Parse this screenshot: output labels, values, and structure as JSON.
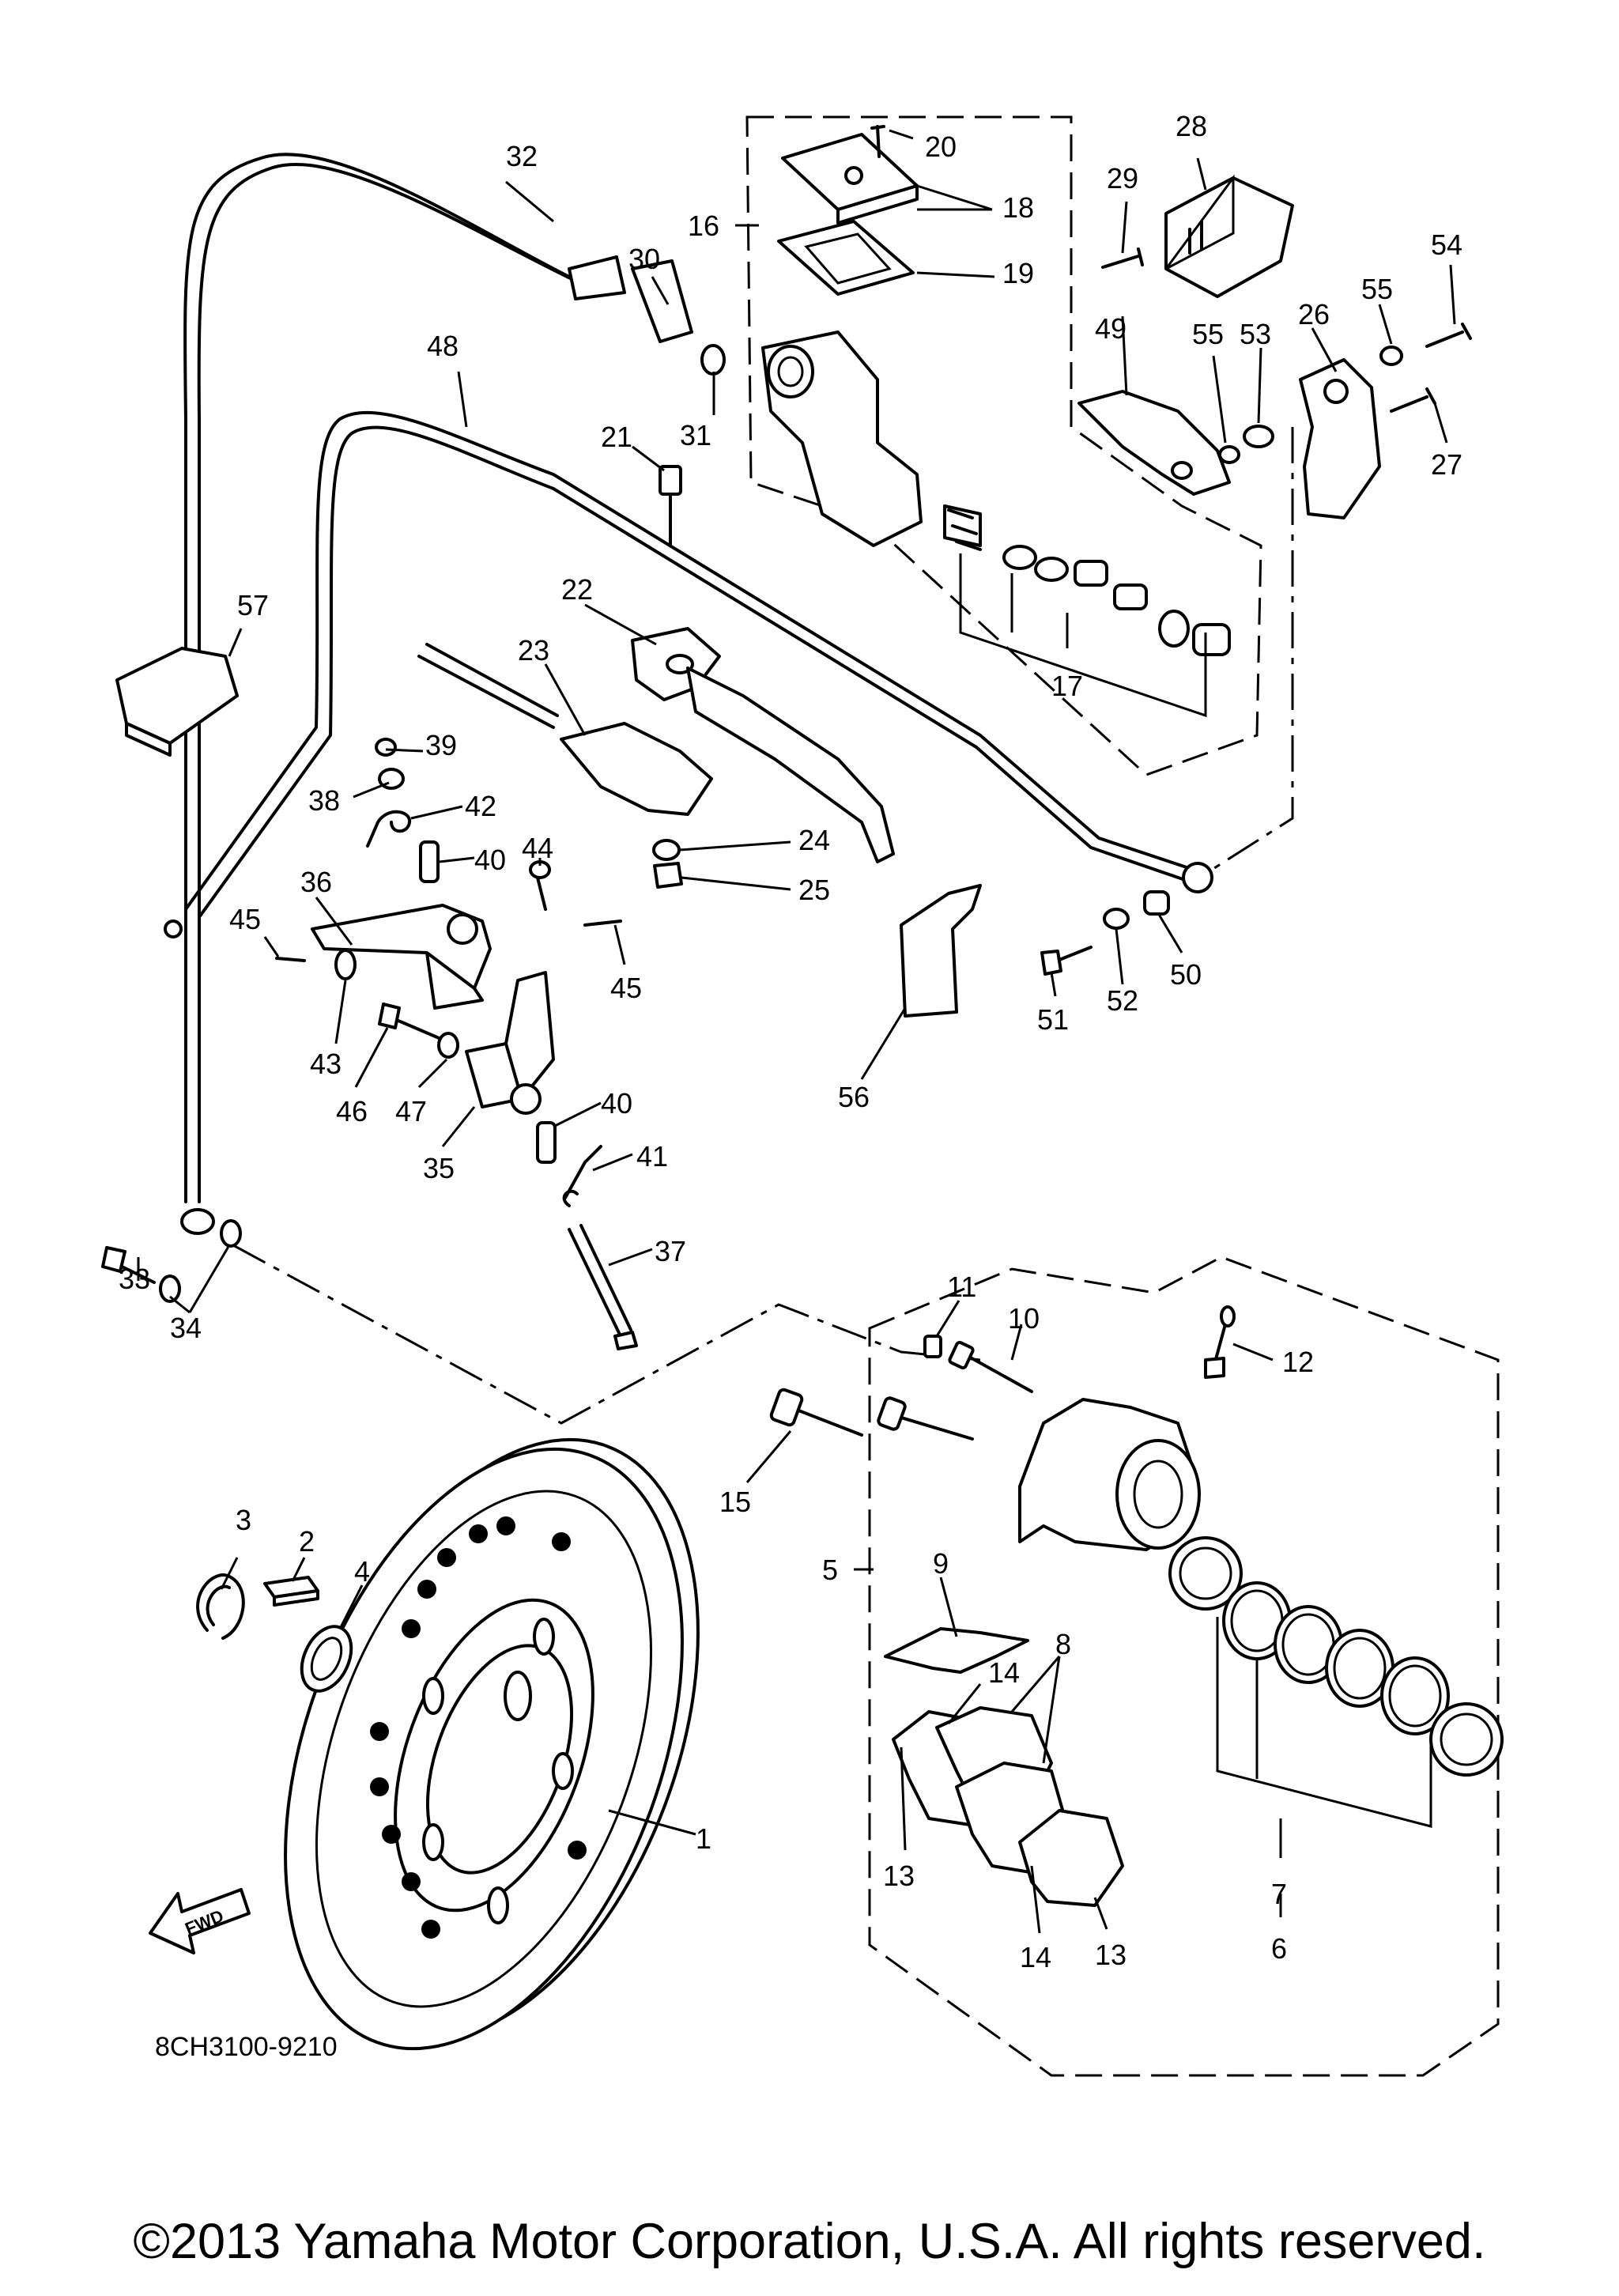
{
  "diagram_code": "8CH3100-9210",
  "copyright": "©2013 Yamaha Motor Corporation, U.S.A. All rights reserved.",
  "fwd_label": "FWD",
  "callouts": {
    "c1": "1",
    "c2": "2",
    "c3": "3",
    "c4": "4",
    "c5": "5",
    "c6": "6",
    "c7": "7",
    "c8": "8",
    "c9": "9",
    "c10": "10",
    "c11": "11",
    "c12": "12",
    "c13a": "13",
    "c13b": "13",
    "c14a": "14",
    "c14b": "14",
    "c15": "15",
    "c16": "16",
    "c17": "17",
    "c18": "18",
    "c19": "19",
    "c20": "20",
    "c21": "21",
    "c22": "22",
    "c23": "23",
    "c24": "24",
    "c25": "25",
    "c26": "26",
    "c27": "27",
    "c28": "28",
    "c29": "29",
    "c30": "30",
    "c31": "31",
    "c32": "32",
    "c33": "33",
    "c34": "34",
    "c35": "35",
    "c36": "36",
    "c37": "37",
    "c38": "38",
    "c39": "39",
    "c40a": "40",
    "c40b": "40",
    "c41": "41",
    "c42": "42",
    "c43": "43",
    "c44": "44",
    "c45a": "45",
    "c45b": "45",
    "c46": "46",
    "c47": "47",
    "c48": "48",
    "c49": "49",
    "c50": "50",
    "c51": "51",
    "c52": "52",
    "c53": "53",
    "c54": "54",
    "c55a": "55",
    "c55b": "55",
    "c56": "56",
    "c57": "57"
  }
}
